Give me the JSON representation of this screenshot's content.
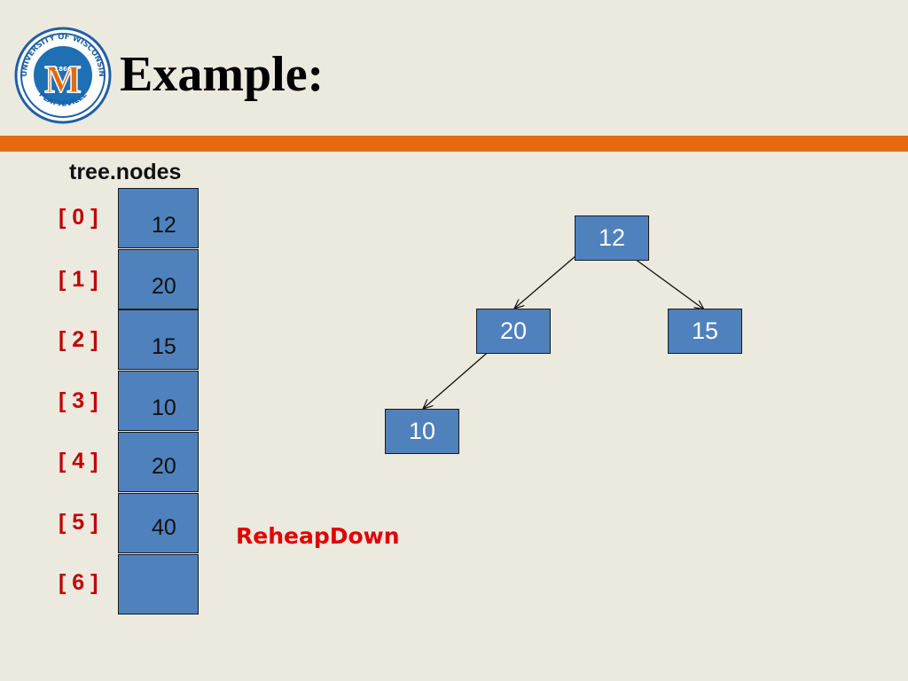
{
  "slide": {
    "title": "Example:",
    "array_label": "tree.nodes",
    "algorithm_label": "ReheapDown"
  },
  "logo": {
    "ring_text": "UNIVERSITY OF WISCONSIN",
    "bottom_text": "PLATTEVILLE",
    "year": "1866",
    "letter": "M"
  },
  "array": {
    "indices": [
      "[ 0 ]",
      "[ 1 ]",
      "[ 2 ]",
      "[ 3 ]",
      "[ 4 ]",
      "[ 5 ]",
      "[ 6 ]"
    ],
    "values": [
      "12",
      "20",
      "15",
      "10",
      "20",
      "40",
      ""
    ]
  },
  "tree": {
    "nodes": [
      {
        "id": "root",
        "value": "12"
      },
      {
        "id": "left",
        "value": "20"
      },
      {
        "id": "right",
        "value": "15"
      },
      {
        "id": "left-left",
        "value": "10"
      }
    ],
    "edges": [
      [
        "root",
        "left"
      ],
      [
        "root",
        "right"
      ],
      [
        "left",
        "left-left"
      ]
    ]
  },
  "colors": {
    "background": "#ece9df",
    "accent_bar": "#e4690f",
    "node_fill": "#4f81bd",
    "index_text": "#c00000",
    "algorithm_text": "#e00000"
  }
}
